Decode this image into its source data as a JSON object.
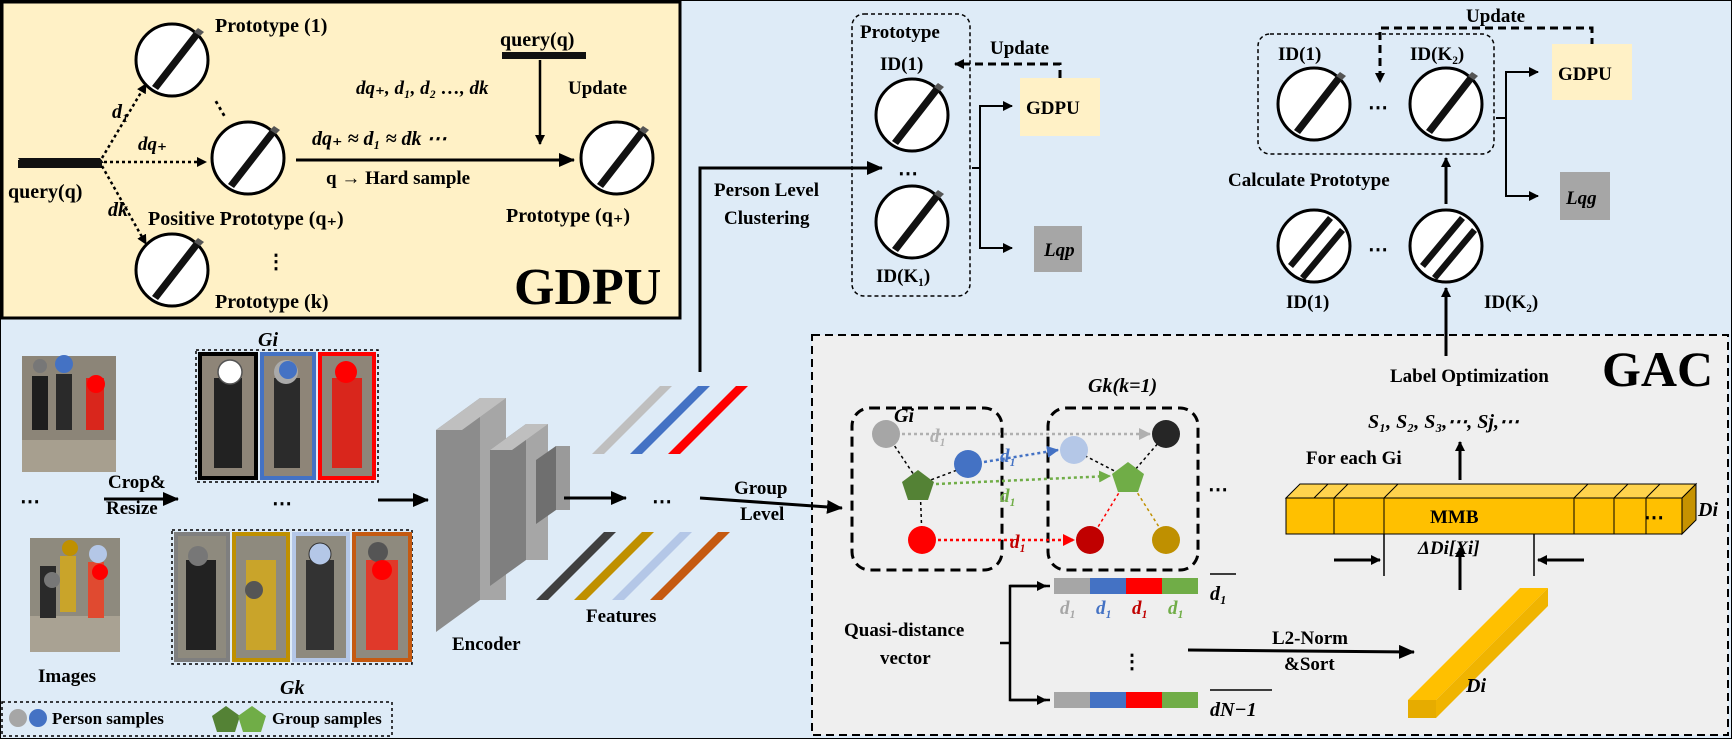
{
  "gdpu_panel": {
    "title": "GDPU",
    "proto_1": "Prototype (1)",
    "proto_k": "Prototype (k)",
    "positive_proto": "Positive Prototype (q₊)",
    "query_left": "query(q)",
    "query_top": "query(q)",
    "dist_list": "dq₊, d₁, d₂ …, dk",
    "update": "Update",
    "approx": "dq₊ ≈ d₁ ≈ dk ⋯",
    "hard_sample": "q → Hard sample",
    "proto_q_plus": "Prototype (q₊)",
    "d1": "d₁",
    "dq": "dq₊",
    "dk": "dk",
    "vdots": "⋮",
    "dots": "⋯"
  },
  "person_level": {
    "box_title": "Prototype",
    "id1": "ID(1)",
    "idk1": "ID(K₁)",
    "update": "Update",
    "gdpu": "GDPU",
    "loss": "Lqp",
    "clustering": [
      "Person Level",
      "Clustering"
    ],
    "dots": "⋯"
  },
  "group_level": {
    "id1_top": "ID(1)",
    "idk2_top": "ID(K₂)",
    "update": "Update",
    "gdpu": "GDPU",
    "loss": "Lqg",
    "calc_proto": "Calculate Prototype",
    "id1_bot": "ID(1)",
    "idk2_bot": "ID(K₂)",
    "dots": "⋯"
  },
  "pipeline": {
    "gi_label": "Gi",
    "gk_label": "Gk",
    "crop": [
      "Crop&",
      "Resize"
    ],
    "images": "Images",
    "encoder": "Encoder",
    "features": "Features",
    "group_level": [
      "Group",
      "Level"
    ],
    "dots": "⋯"
  },
  "gac": {
    "title": "GAC",
    "label_opt": "Label Optimization",
    "s_seq": "S₁, S₂, S₃,⋯, Sj,⋯",
    "for_each": "For each Gi",
    "mmb": "MMB",
    "di_right": "Di",
    "delta": "ΔDi[Xi]",
    "di_bar": "Di",
    "gi": "Gi",
    "gk": "Gk(k=1)",
    "d1": "d₁",
    "quasi": [
      "Quasi-distance",
      "vector"
    ],
    "d1_tilde": "d₁",
    "dn_tilde": "dN−1",
    "l2": [
      "L2-Norm",
      "&Sort"
    ],
    "dots": "⋯",
    "vdots": "⋮"
  },
  "legend": {
    "person": "Person samples",
    "group": "Group samples"
  },
  "colors": {
    "gdpu_bg": "#fff1c6",
    "main_bg": "#deebf7",
    "gac_bg": "#efefef",
    "gdpu_box": "#fff1c6",
    "loss_box": "#a6a6a6",
    "grey": "#a6a6a6",
    "blue": "#4472c4",
    "red": "#ff0000",
    "green": "#70ad47",
    "light_blue": "#b4c7e7",
    "dark": "#404040",
    "gold": "#bf9000",
    "orange_red": "#c55a11",
    "mmb": "#ffc000"
  }
}
